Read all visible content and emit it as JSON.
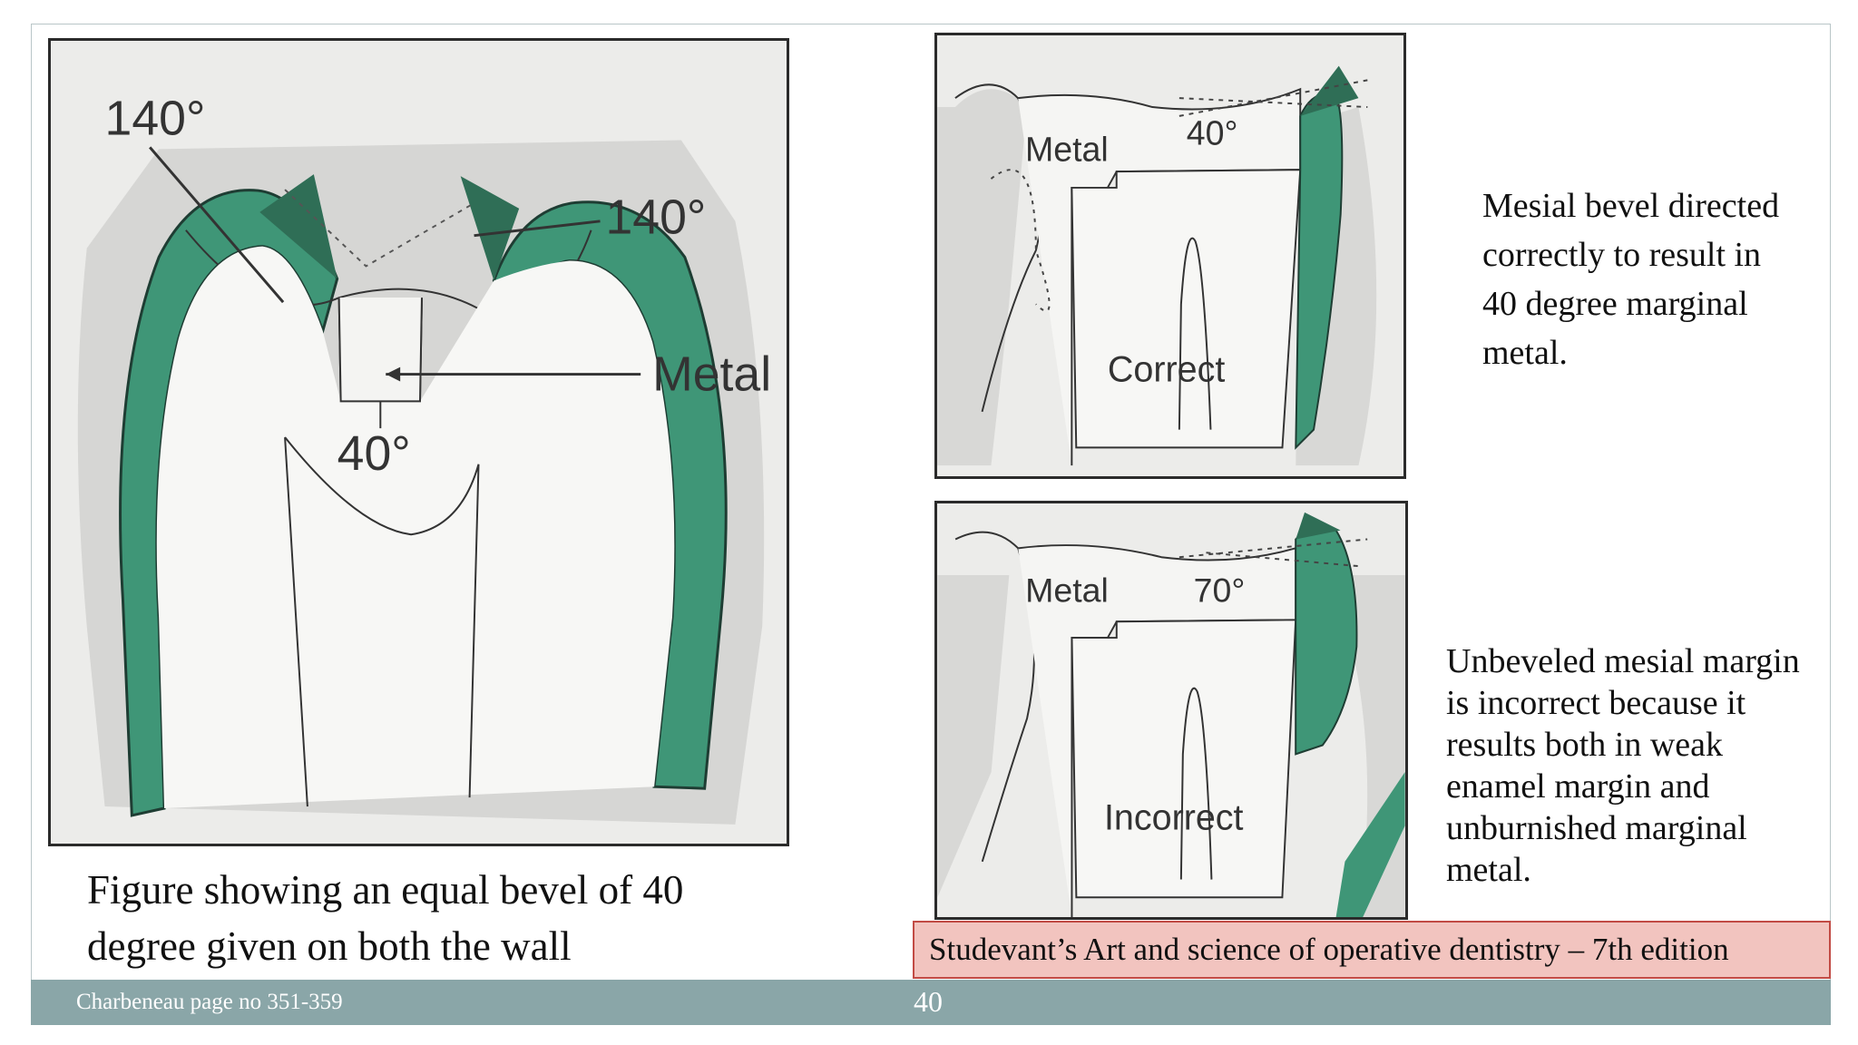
{
  "figure_left": {
    "label_top_left": "140°",
    "label_right": "140°",
    "label_metal": "Metal",
    "label_bottom": "40°"
  },
  "figure_correct": {
    "label_metal": "Metal",
    "label_angle": "40°",
    "label_result": "Correct"
  },
  "figure_incorrect": {
    "label_metal": "Metal",
    "label_angle": "70°",
    "label_result": "Incorrect"
  },
  "captions": {
    "left_line1": "Figure showing an equal bevel of 40",
    "left_line2": "degree given on both the wall",
    "correct_lines": [
      "Mesial bevel directed",
      "correctly to result in",
      "40 degree marginal",
      "metal."
    ],
    "incorrect_lines": [
      "Unbeveled mesial margin",
      "is incorrect because it",
      "results both in weak",
      "enamel margin and",
      "unburnished marginal",
      "metal."
    ]
  },
  "source_box": "Studevant’s Art and science of operative dentistry – 7th edition",
  "footer": {
    "reference": "Charbeneau page no 351-359",
    "page_number": "40"
  },
  "colors": {
    "enamel_green": "#3f9677",
    "footer_bar": "#8aa6a8",
    "source_fill": "#f2c4bf",
    "source_border": "#c24b45"
  }
}
